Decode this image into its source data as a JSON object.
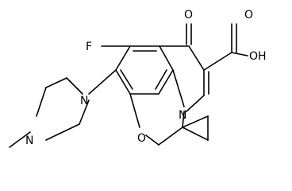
{
  "molecule": {
    "labels": {
      "fluorine": "F",
      "ketone_oxygen": "O",
      "acid_oxygen": "O",
      "hydroxyl": "OH",
      "piperazine_n1": "N",
      "piperazine_n4": "N",
      "ring_oxygen": "O",
      "ring_nitrogen": "N"
    }
  }
}
